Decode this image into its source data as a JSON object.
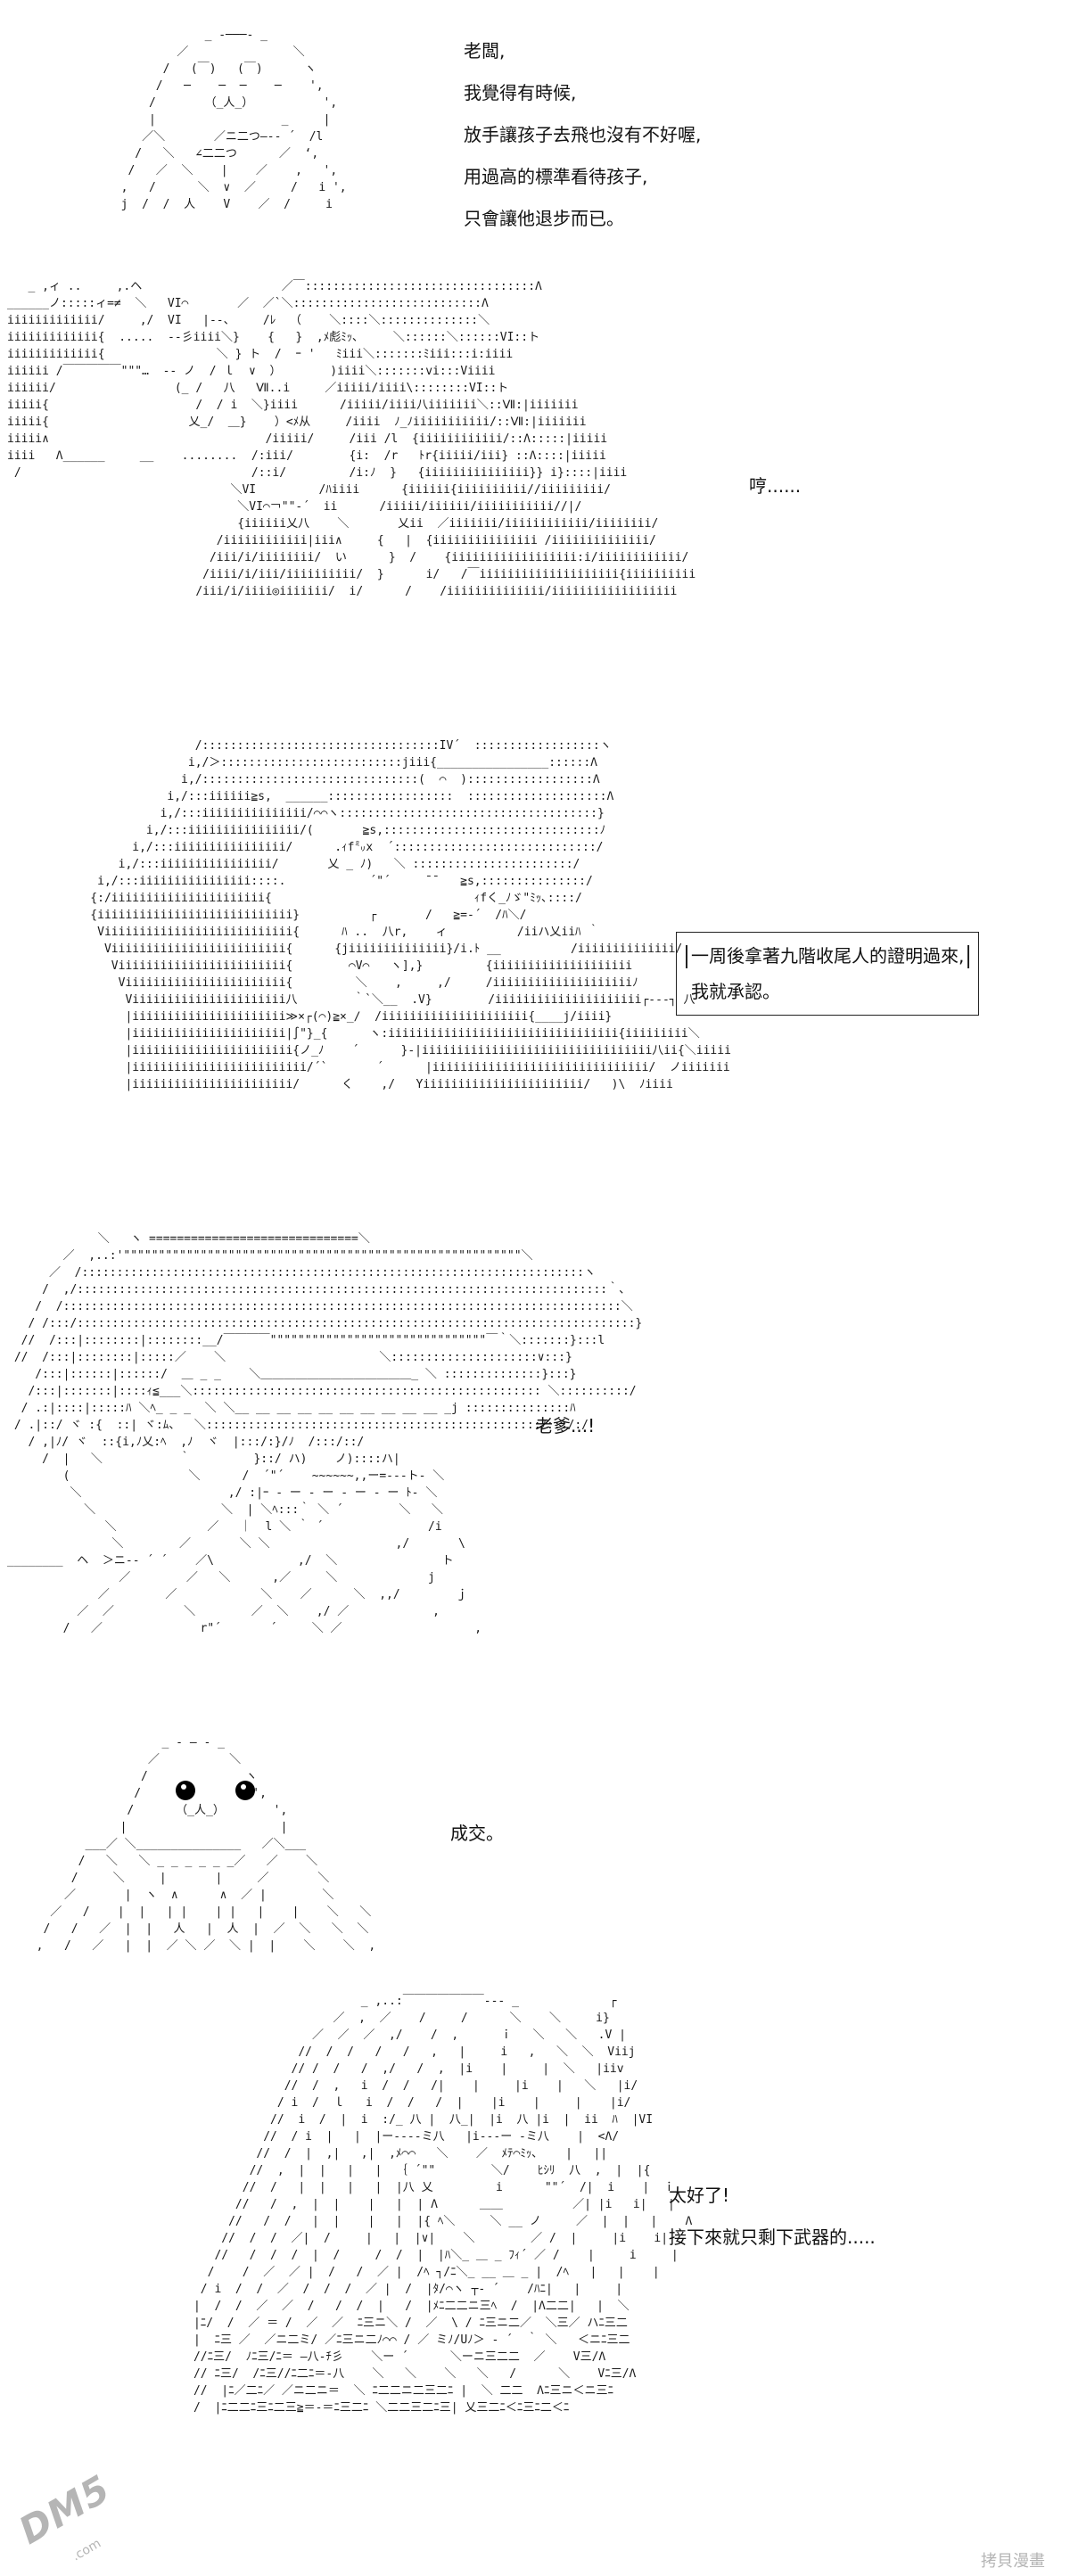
{
  "panels": [
    {
      "id": "p1",
      "captions": [
        "老闆,",
        "我覺得有時候,",
        "放手讓孩子去飛也沒有不好喔,",
        "用過高的標準看待孩子,",
        "只會讓他退步而已。"
      ]
    },
    {
      "id": "p2",
      "captions": [
        "哼......"
      ]
    },
    {
      "id": "p3",
      "captions": [
        "一周後拿著九階收尾人的證明過來,",
        "我就承認。"
      ]
    },
    {
      "id": "p4",
      "captions": [
        "老爹...!"
      ]
    },
    {
      "id": "p5",
      "captions": [
        "成交。"
      ]
    },
    {
      "id": "p6",
      "captions": [
        "太好了!",
        "接下來就只剩下武器的....."
      ]
    }
  ],
  "watermark": {
    "logo": "DM5",
    "site_suffix": ".com",
    "credit": "拷貝漫畫"
  },
  "colors": {
    "background": "#ffffff",
    "ink": "#111111",
    "watermark": "#b5b5b5"
  }
}
